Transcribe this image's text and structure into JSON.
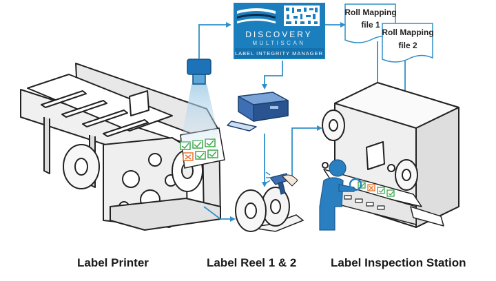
{
  "logo": {
    "brand_line1": "DISCOVERY",
    "brand_line2": "MULTISCAN",
    "product": "LABEL INTEGRITY MANAGER"
  },
  "files": [
    {
      "line1": "Roll Mapping",
      "line2": "file 1"
    },
    {
      "line1": "Roll Mapping",
      "line2": "file 2"
    }
  ],
  "captions": {
    "printer": "Label Printer",
    "reel": "Label Reel 1 & 2",
    "station": "Label Inspection Station"
  },
  "colors": {
    "flow": "#2f8fc8",
    "logo_bg": "#1b7fbe",
    "accent_blue": "#1e73b8",
    "person": "#2a7fc1",
    "check_green": "#3aa648",
    "reject_orange": "#e8722a",
    "outline": "#222222"
  }
}
